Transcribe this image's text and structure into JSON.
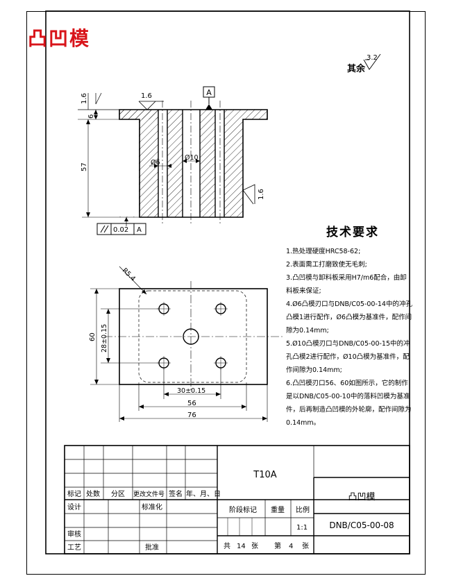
{
  "drawing_title": "凸凹模",
  "surface_finish_default": {
    "label": "其余",
    "value": "3.2"
  },
  "section_view": {
    "datum_label": "A",
    "roughness_top_left": "1.6",
    "roughness_top": "1.6",
    "roughness_right": "1.6",
    "dim_flange_thickness": "6",
    "dim_height": "57",
    "dim_small_hole": "Ø6",
    "dim_center_hole": "Ø10",
    "tolerance_value": "0.02",
    "tolerance_datum": "A"
  },
  "plan_view": {
    "dim_corner_radius": "R5.4",
    "dim_height": "60",
    "dim_hole_spacing_y": "28±0.15",
    "dim_hole_spacing_x": "30±0.15",
    "dim_inner_width": "56",
    "dim_overall_width": "76"
  },
  "technical_requirements": {
    "title": "技术要求",
    "items": [
      "1.热处理硬度HRC58-62;",
      "2.表面需工打磨致使无毛刺;",
      "3.凸凹模与卸料板采用H7/m6配合，由卸料板来保证;",
      "4.Ø6凸模刃口与DNB/C05-00-14中的冲孔凸模1进行配作，Ø6凸模为基准件，配作间隙为0.14mm;",
      "5.Ø10凸模刃口与DNB/C05-00-15中的冲孔凸模2进行配作，Ø10凸模为基准件，配作间隙为0.14mm;",
      "6.凸凹模刃口56、60如图所示，它的制作是以DNB/C05-00-10中的落料凹模为基准件，后再制造凸凹模的外轮廓，配作间隙为0.14mm。"
    ]
  },
  "title_block": {
    "material": "T10A",
    "part_name": "凸凹模",
    "drawing_number": "DNB/C05-00-08",
    "labels": {
      "mark": "标记",
      "count": "处数",
      "zone": "分区",
      "change_doc": "更改文件号",
      "signature": "签名",
      "date": "年、月、日",
      "design": "设计",
      "standardize": "标准化",
      "stage_mark": "阶段标记",
      "weight": "重量",
      "scale": "比例",
      "review": "审核",
      "process": "工艺",
      "approve": "批准"
    },
    "scale_value": "1:1",
    "sheets_total_label": "共",
    "sheets_total": "14",
    "sheets_unit": "张",
    "sheet_no_label": "第",
    "sheet_no": "4",
    "sheet_no_unit": "张"
  }
}
